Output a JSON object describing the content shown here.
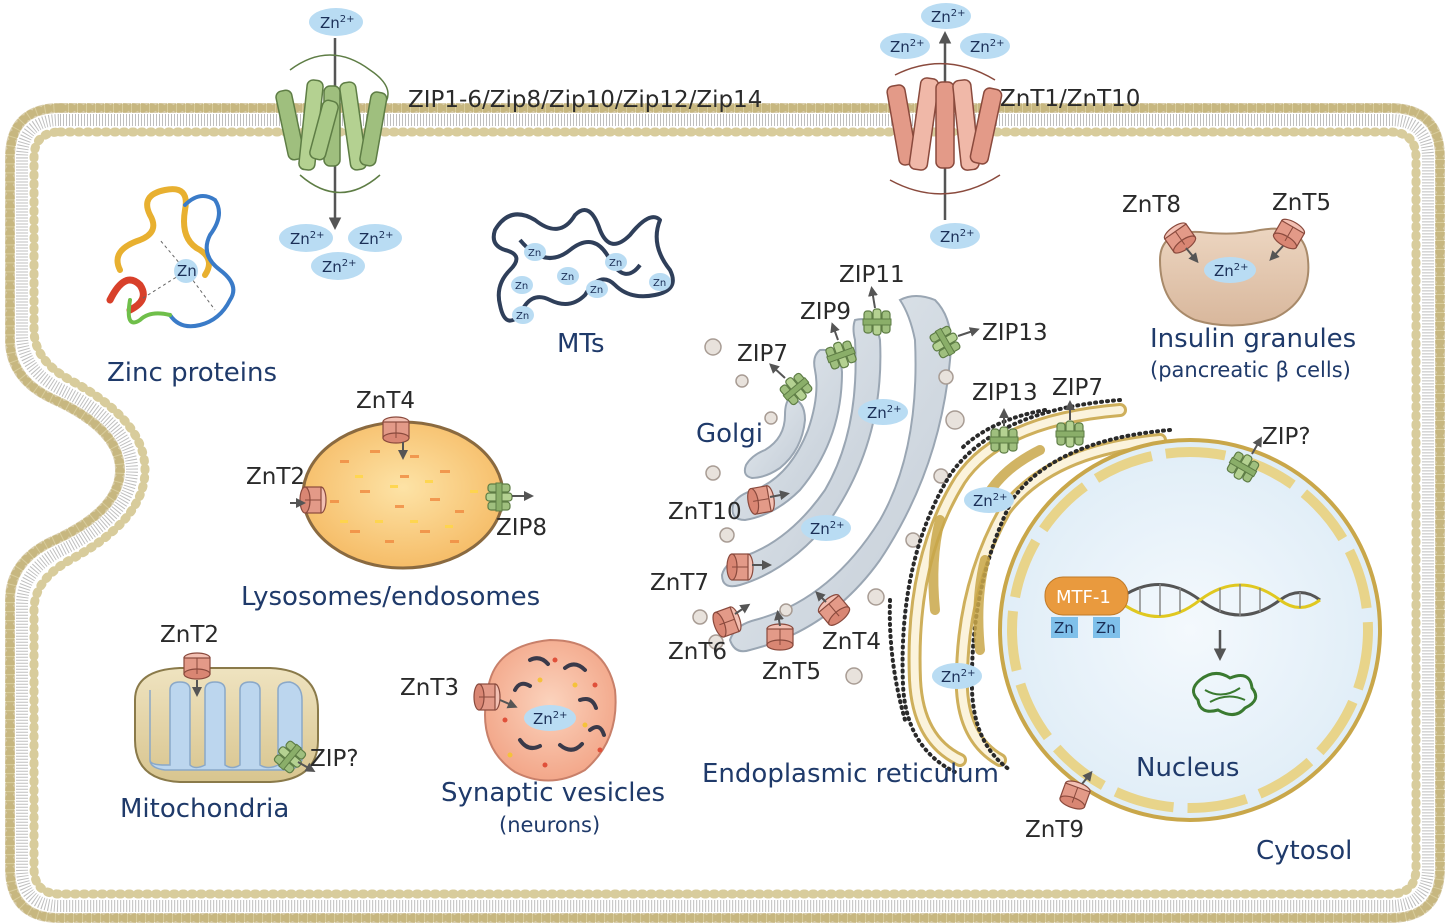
{
  "labels": {
    "zip_family": "ZIP1-6/Zip8/Zip10/Zip12/Zip14",
    "znt1_znt10": "ZnT1/ZnT10",
    "zinc_proteins": "Zinc proteins",
    "mts": "MTs",
    "insulin_granules": "Insulin granules",
    "insulin_sub": "(pancreatic β cells)",
    "znt8": "ZnT8",
    "znt5_insulin": "ZnT5",
    "znt4_lyso": "ZnT4",
    "znt2_lyso": "ZnT2",
    "zip8": "ZIP8",
    "lysosomes": "Lysosomes/endosomes",
    "znt2_mito": "ZnT2",
    "zip_mito": "ZIP?",
    "mitochondria": "Mitochondria",
    "znt3": "ZnT3",
    "synaptic": "Synaptic vesicles",
    "neurons": "(neurons)",
    "golgi": "Golgi",
    "zip11": "ZIP11",
    "zip9": "ZIP9",
    "zip7_golgi": "ZIP7",
    "zip13_golgi": "ZIP13",
    "znt10_golgi": "ZnT10",
    "znt7": "ZnT7",
    "znt6": "ZnT6",
    "znt5_golgi": "ZnT5",
    "znt4_golgi": "ZnT4",
    "zip13_er": "ZIP13",
    "zip7_er": "ZIP7",
    "er": "Endoplasmic reticulum",
    "zip_nucleus": "ZIP?",
    "mtf1": "MTF-1",
    "zn_small": "Zn",
    "nucleus": "Nucleus",
    "znt9": "ZnT9",
    "cytosol": "Cytosol",
    "zn2": "Zn",
    "zn2_sup": "2+"
  },
  "colors": {
    "membrane_head": "#d8cc9c",
    "membrane_outline": "#a8965e",
    "zip_green": "#9fbf7e",
    "znt_red": "#e08a78",
    "zn_bubble": "#b9dcf3",
    "label_blue": "#1f3a6a",
    "er_gold": "#c9a74a",
    "golgi_gray": "#c9d3dc",
    "lysosome_orange": "#f7c67a",
    "mtf1_orange": "#e99a3e"
  },
  "icons": [
    "zip-transporter-icon",
    "znt-transporter-icon",
    "arrow-icon",
    "helix-icon",
    "dna-icon"
  ]
}
